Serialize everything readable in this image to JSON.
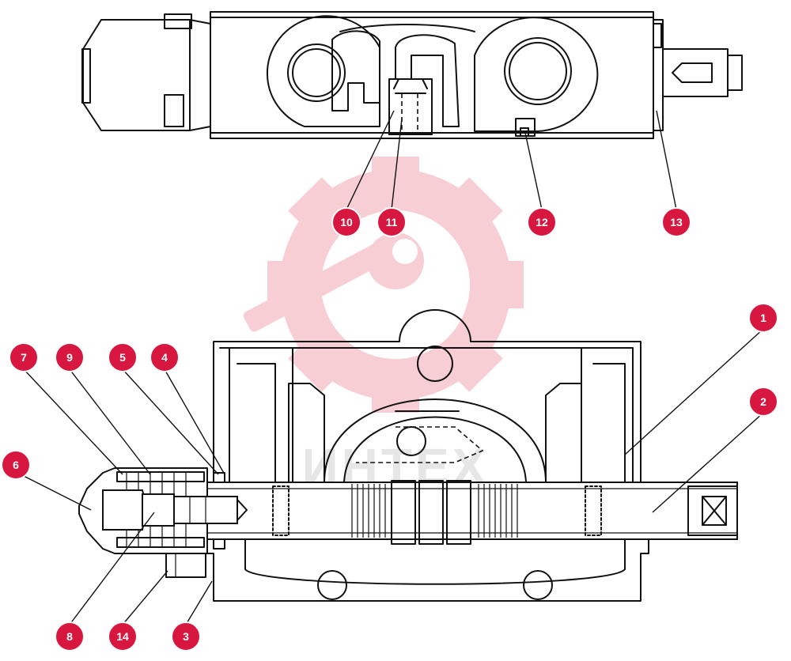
{
  "colors": {
    "callout_fill": "#d7173f",
    "watermark": "#f7c9cf",
    "watermark_text": "#e4e4e4",
    "line": "#111111"
  },
  "watermark": {
    "text": "ИНТЕХ",
    "icon": "gear-wrench-logo"
  },
  "callouts": [
    {
      "id": "1",
      "label": "1"
    },
    {
      "id": "2",
      "label": "2"
    },
    {
      "id": "3",
      "label": "3"
    },
    {
      "id": "4",
      "label": "4"
    },
    {
      "id": "5",
      "label": "5"
    },
    {
      "id": "6",
      "label": "6"
    },
    {
      "id": "7",
      "label": "7"
    },
    {
      "id": "8",
      "label": "8"
    },
    {
      "id": "9",
      "label": "9"
    },
    {
      "id": "10",
      "label": "10"
    },
    {
      "id": "11",
      "label": "11"
    },
    {
      "id": "12",
      "label": "12"
    },
    {
      "id": "13",
      "label": "13"
    },
    {
      "id": "14",
      "label": "14"
    }
  ]
}
